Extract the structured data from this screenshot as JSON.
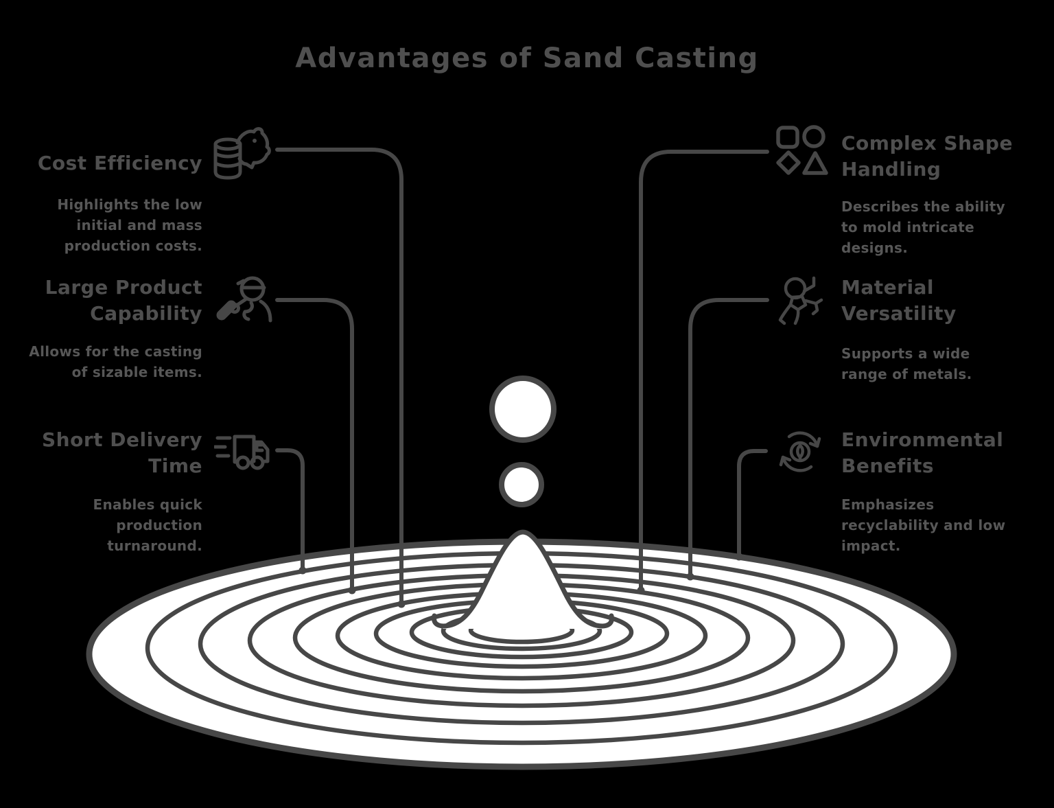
{
  "title": "Advantages of Sand Casting",
  "colors": {
    "background": "#000000",
    "ink": "#474747",
    "heading_text": "#4f4f4f",
    "body_text": "#575757",
    "pool_fill": "#ffffff"
  },
  "features": [
    {
      "id": "cost-efficiency",
      "side": "left",
      "title": "Cost Efficiency",
      "description": "Highlights the low\ninitial and mass\nproduction costs.",
      "icon": "piggy-bank-icon"
    },
    {
      "id": "large-product-capability",
      "side": "left",
      "title": "Large Product\nCapability",
      "description": "Allows for the casting\nof sizable items.",
      "icon": "worker-icon"
    },
    {
      "id": "short-delivery-time",
      "side": "left",
      "title": "Short Delivery\nTime",
      "description": "Enables quick\nproduction\nturnaround.",
      "icon": "delivery-truck-icon"
    },
    {
      "id": "complex-shape-handling",
      "side": "right",
      "title": "Complex Shape\nHandling",
      "description": "Describes the ability\nto mold intricate\ndesigns.",
      "icon": "shapes-icon"
    },
    {
      "id": "material-versatility",
      "side": "right",
      "title": "Material\nVersatility",
      "description": "Supports a wide\nrange of metals.",
      "icon": "molecule-icon"
    },
    {
      "id": "environmental-benefits",
      "side": "right",
      "title": "Environmental\nBenefits",
      "description": "Emphasizes\nrecyclability and low\nimpact.",
      "icon": "recycle-icon"
    }
  ]
}
